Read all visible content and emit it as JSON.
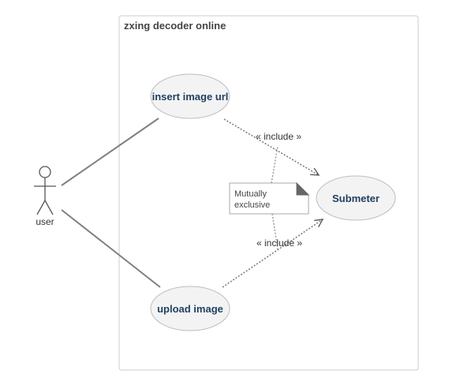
{
  "system": {
    "title": "zxing decoder online"
  },
  "actor": {
    "name": "user"
  },
  "use_cases": {
    "insert_url": "insert image url",
    "upload": "upload image",
    "submeter": "Submeter"
  },
  "relations": {
    "include_top": "« include »",
    "include_bottom": "« include »"
  },
  "note": {
    "line1": "Mutually",
    "line2": "exclusive"
  },
  "colors": {
    "line": "#808080",
    "ellipse_fill": "#f3f3f3",
    "ellipse_stroke": "#bdbdbd",
    "boundary": "#cccccc",
    "label": "#1f3f5f"
  }
}
